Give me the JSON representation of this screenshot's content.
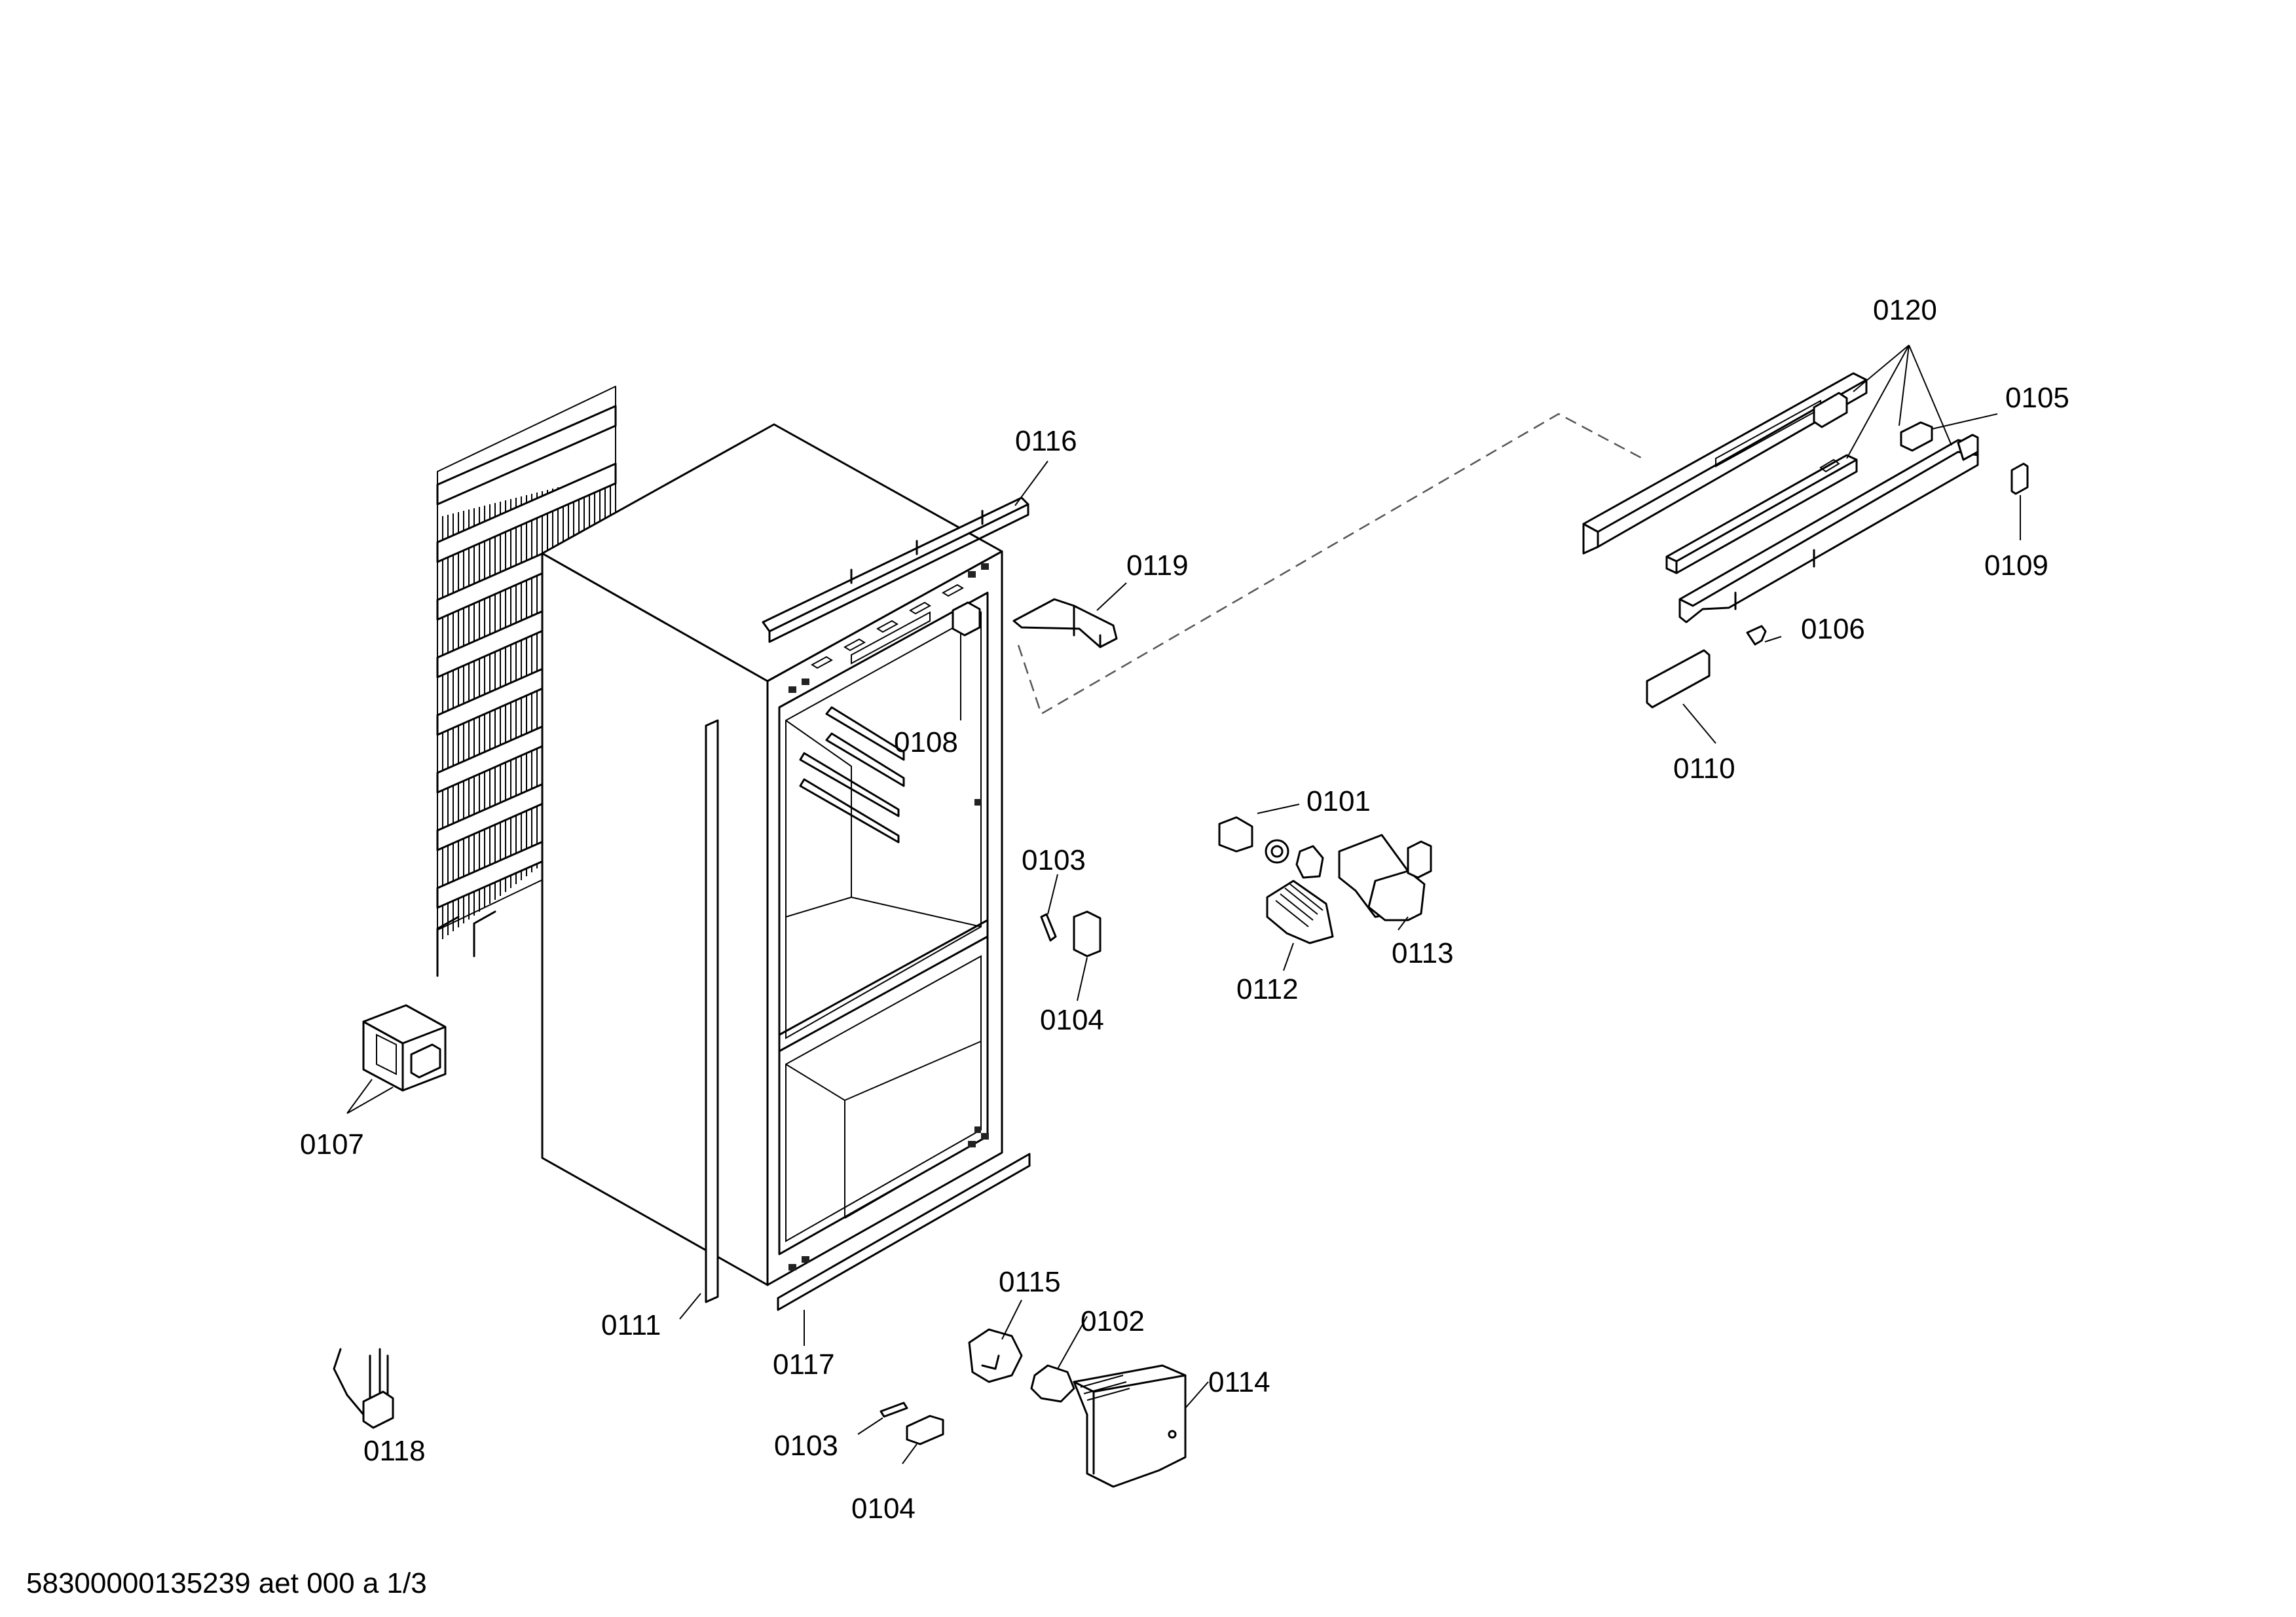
{
  "diagram": {
    "footer": "58300000135239 aet 000 a 1/3",
    "callouts": {
      "c0101": "0101",
      "c0102": "0102",
      "c0103a": "0103",
      "c0103b": "0103",
      "c0104a": "0104",
      "c0104b": "0104",
      "c0105": "0105",
      "c0106": "0106",
      "c0107": "0107",
      "c0108": "0108",
      "c0109": "0109",
      "c0110": "0110",
      "c0111": "0111",
      "c0112": "0112",
      "c0113": "0113",
      "c0114": "0114",
      "c0115": "0115",
      "c0116": "0116",
      "c0117": "0117",
      "c0118": "0118",
      "c0119": "0119",
      "c0120": "0120"
    }
  }
}
